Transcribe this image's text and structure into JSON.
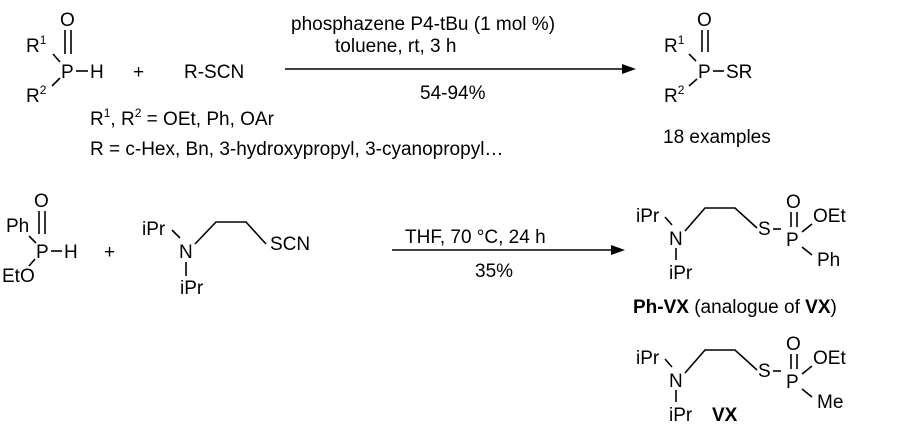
{
  "reaction1": {
    "reactant1": {
      "o": "O",
      "r1": "R",
      "r1_sup": "1",
      "r2": "R",
      "r2_sup": "2",
      "p": "P",
      "h": "H"
    },
    "plus": "+",
    "reactant2": "R-SCN",
    "conditions_line1": "phosphazene P4-tBu (1 mol %)",
    "conditions_line2": "toluene, rt, 3 h",
    "yield": "54-94%",
    "substituents_r": "R",
    "substituents_r_sup1": "1",
    "substituents_r_mid": ", R",
    "substituents_r_sup2": "2",
    "substituents_r_tail": " = OEt, Ph, OAr",
    "substituents_R": "R = c-Hex, Bn, 3-hydroxypropyl, 3-cyanopropyl…",
    "product": {
      "o": "O",
      "r1": "R",
      "r1_sup": "1",
      "r2": "R",
      "r2_sup": "2",
      "p": "P",
      "sr": "SR"
    },
    "examples": "18 examples"
  },
  "reaction2": {
    "reactant1": {
      "o": "O",
      "ph": "Ph",
      "eto": "EtO",
      "p": "P",
      "h": "H"
    },
    "plus": "+",
    "reactant2": {
      "ipr_top": "iPr",
      "n": "N",
      "ipr_bottom": "iPr",
      "scn": "SCN"
    },
    "conditions": "THF, 70 °C, 24 h",
    "yield": "35%",
    "product": {
      "ipr_top": "iPr",
      "n": "N",
      "ipr_bottom": "iPr",
      "s": "S",
      "o": "O",
      "p": "P",
      "oet": "OEt",
      "ph": "Ph"
    },
    "product_label_bold1": "Ph-VX",
    "product_label_mid": " (analogue of ",
    "product_label_bold2": "VX",
    "product_label_end": ")"
  },
  "vx": {
    "ipr_top": "iPr",
    "n": "N",
    "ipr_bottom": "iPr",
    "s": "S",
    "o": "O",
    "p": "P",
    "oet": "OEt",
    "me": "Me",
    "label": "VX"
  }
}
